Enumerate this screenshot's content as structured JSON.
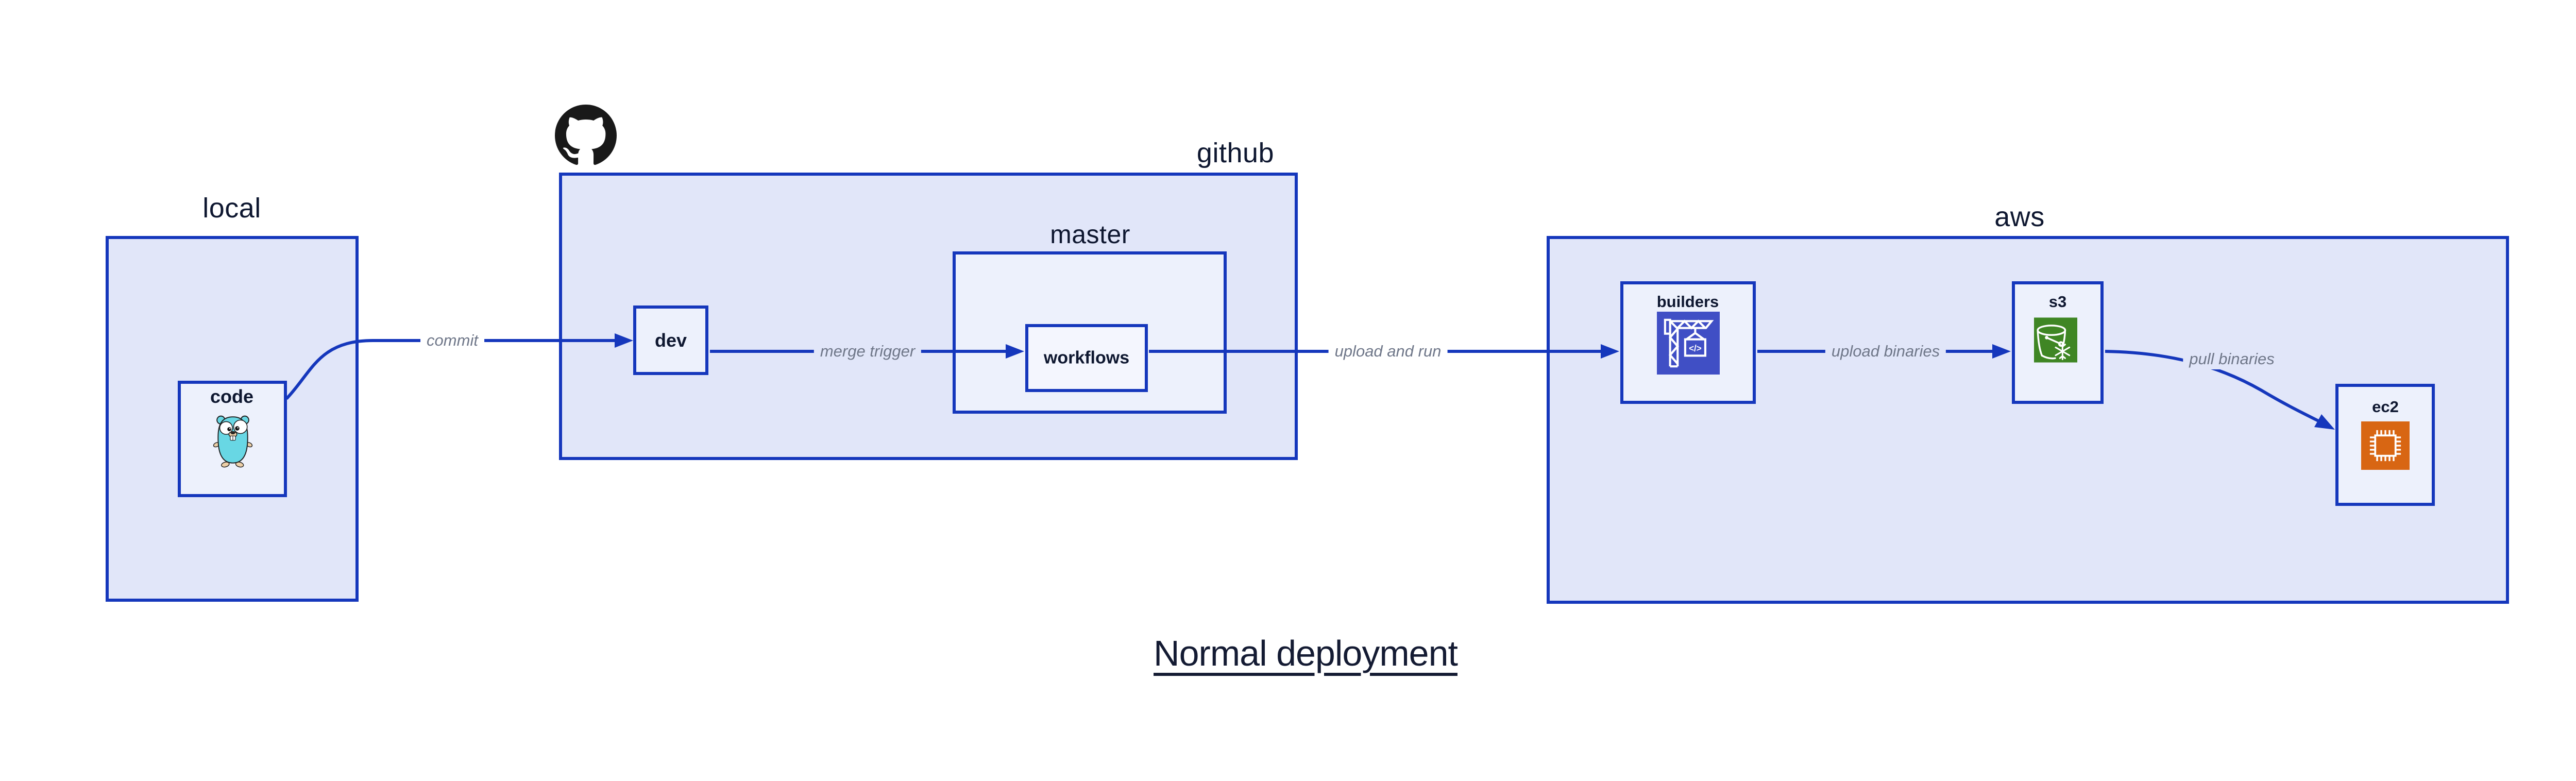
{
  "title": {
    "text": "Normal deployment"
  },
  "containers": {
    "local": {
      "label": "local"
    },
    "github": {
      "label": "github"
    },
    "master": {
      "label": "master"
    },
    "aws": {
      "label": "aws"
    }
  },
  "nodes": {
    "code": {
      "label": "code",
      "icon": "go-gopher-icon"
    },
    "dev": {
      "label": "dev"
    },
    "workflows": {
      "label": "workflows"
    },
    "builders": {
      "label": "builders",
      "icon": "codebuild-crane-icon"
    },
    "s3": {
      "label": "s3",
      "icon": "s3-glacier-bucket-icon"
    },
    "ec2": {
      "label": "ec2",
      "icon": "ec2-chip-icon"
    }
  },
  "edges": {
    "commit": {
      "label": "commit"
    },
    "merge_trigger": {
      "label": "merge trigger"
    },
    "upload_and_run": {
      "label": "upload and run"
    },
    "upload_binaries": {
      "label": "upload binaries"
    },
    "pull_binaries": {
      "label": "pull binaries"
    }
  },
  "icons": {
    "github_logo": "github-octocat-icon",
    "builders_crane_text": "</>"
  },
  "colors": {
    "background": "#ffffff",
    "box_border_blue": "#1537bc",
    "arrow_blue": "#1537bc",
    "container_fill": "#e1e6f9",
    "node_fill": "#edf1fc",
    "inner_node_fill": "#f4f6fe",
    "label_dark": "#0e1730",
    "edge_label_gray": "#6f7789",
    "builders_icon_bg": "#404fc5",
    "s3_icon_bg": "#3f8624",
    "ec2_icon_bg": "#d86613",
    "gopher_teal": "#68d7e4",
    "github_black": "#191919"
  }
}
